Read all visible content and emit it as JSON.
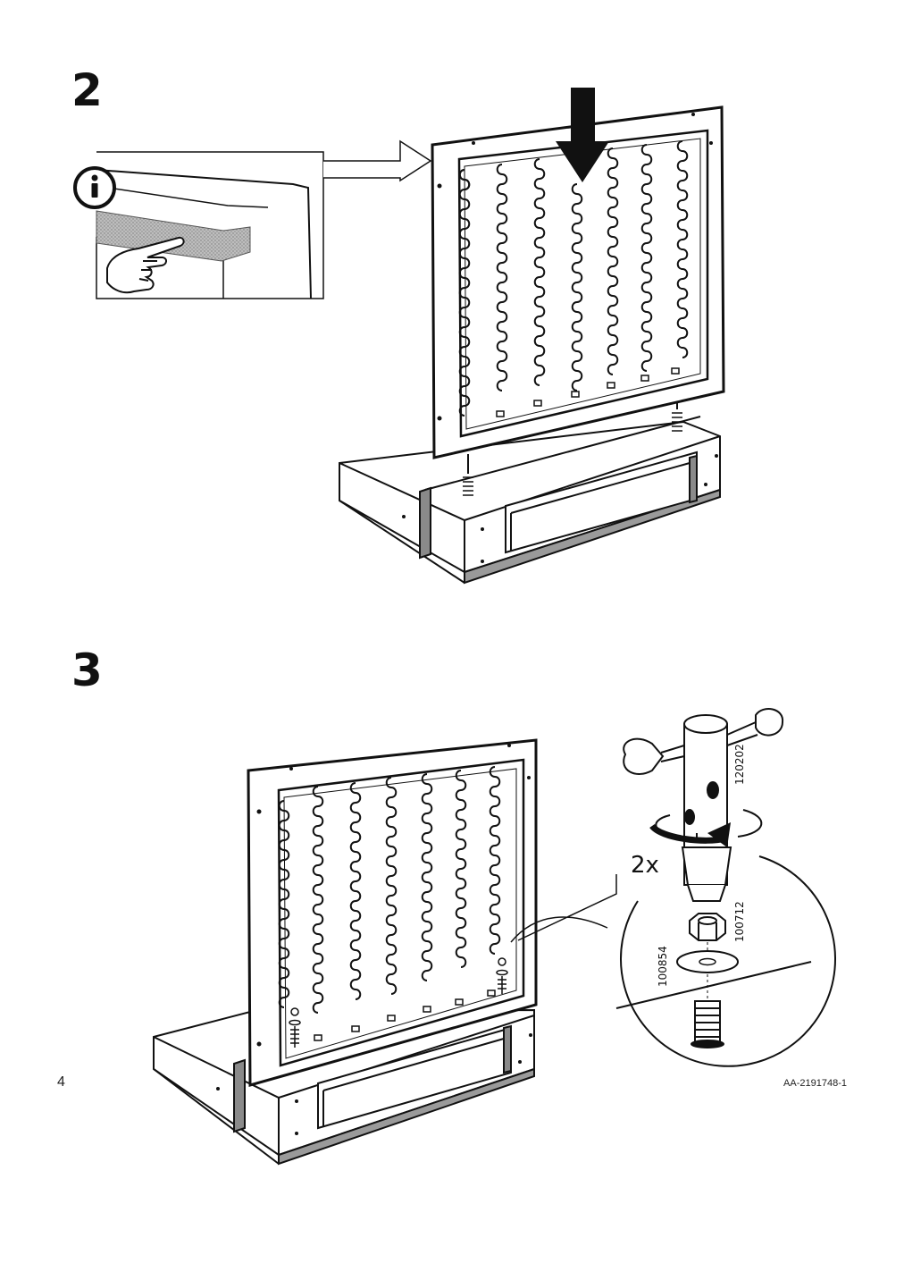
{
  "page": {
    "number": "4",
    "doc_code": "AA-2191748-1"
  },
  "steps": [
    {
      "number": "2",
      "info_icon": "info-icon"
    },
    {
      "number": "3",
      "multiplier": "2x",
      "part_numbers": {
        "tool": "120202",
        "nut": "100712",
        "washer": "100854"
      }
    }
  ]
}
